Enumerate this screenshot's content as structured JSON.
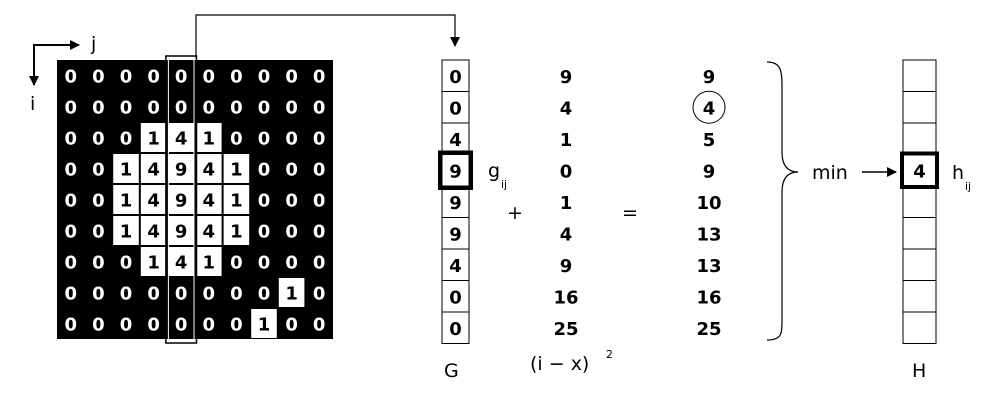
{
  "axes": {
    "j_label": "j",
    "i_label": "i"
  },
  "matrix": [
    [
      0,
      0,
      0,
      0,
      0,
      0,
      0,
      0,
      0,
      0
    ],
    [
      0,
      0,
      0,
      0,
      0,
      0,
      0,
      0,
      0,
      0
    ],
    [
      0,
      0,
      0,
      1,
      4,
      1,
      0,
      0,
      0,
      0
    ],
    [
      0,
      0,
      1,
      4,
      9,
      4,
      1,
      0,
      0,
      0
    ],
    [
      0,
      0,
      1,
      4,
      9,
      4,
      1,
      0,
      0,
      0
    ],
    [
      0,
      0,
      1,
      4,
      9,
      4,
      1,
      0,
      0,
      0
    ],
    [
      0,
      0,
      0,
      1,
      4,
      1,
      0,
      0,
      0,
      0
    ],
    [
      0,
      0,
      0,
      0,
      0,
      0,
      0,
      0,
      1,
      0
    ],
    [
      0,
      0,
      0,
      0,
      0,
      0,
      0,
      1,
      0,
      0
    ]
  ],
  "highlight_column": 4,
  "g_column": {
    "values": [
      "0",
      "0",
      "4",
      "9",
      "9",
      "9",
      "4",
      "0",
      "0"
    ],
    "highlight_index": 3,
    "label": "G",
    "element_label": "g",
    "element_sub": "ij"
  },
  "plus": "+",
  "equals": "=",
  "squares": {
    "values": [
      "9",
      "4",
      "1",
      "0",
      "1",
      "4",
      "9",
      "16",
      "25"
    ],
    "label_main": "(i − x)",
    "label_exp": "2"
  },
  "sums": {
    "values": [
      "9",
      "4",
      "5",
      "9",
      "10",
      "13",
      "13",
      "16",
      "25"
    ],
    "circled_index": 1
  },
  "min_label": "min",
  "h_column": {
    "cells": 9,
    "highlight_index": 3,
    "value": "4",
    "label": "H",
    "element_label": "h",
    "element_sub": "ij"
  }
}
